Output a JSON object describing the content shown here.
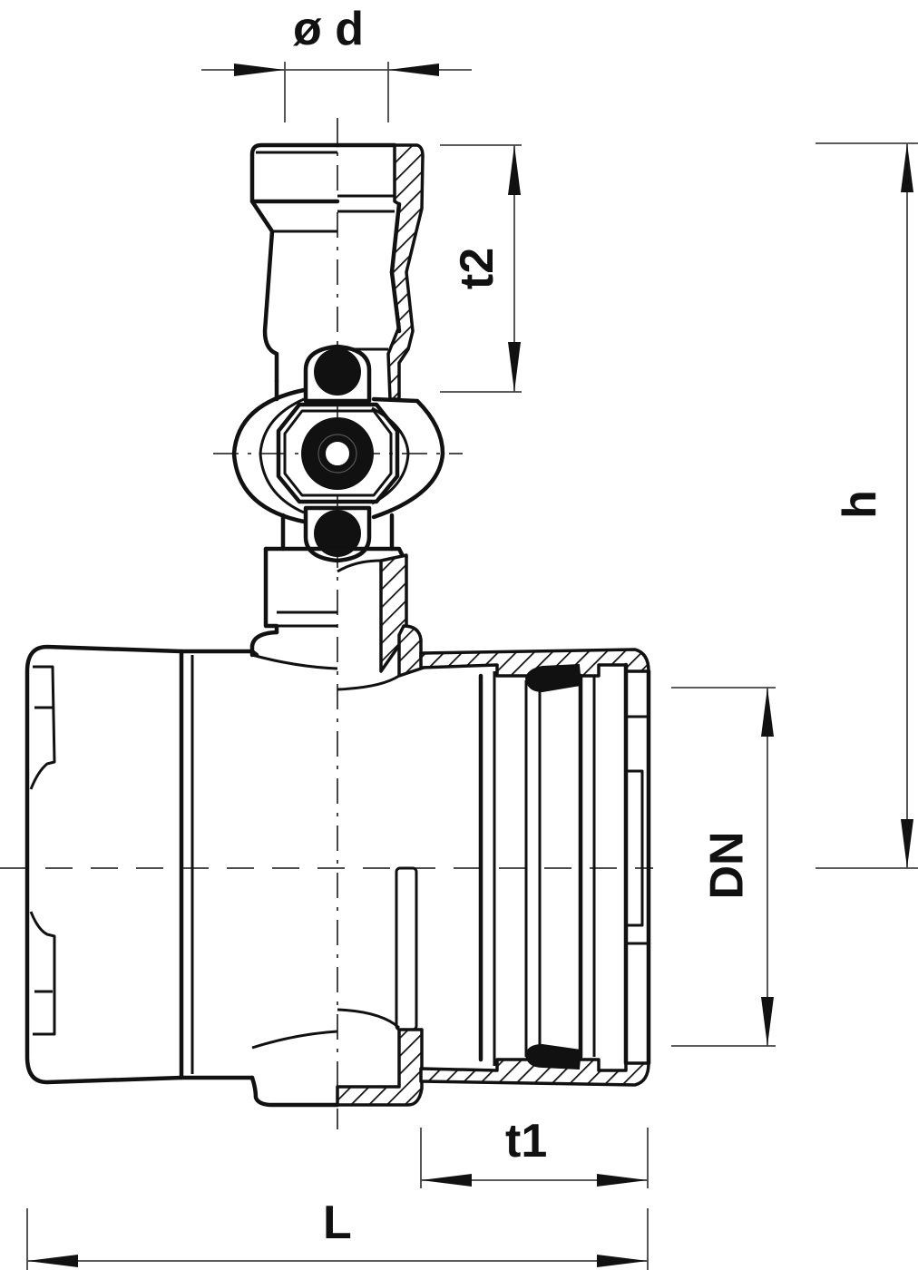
{
  "drawing": {
    "subject": "Electrofusion tapping tee / branch saddle fitting with spigot outlet — sectional technical drawing",
    "line_color": "#111111",
    "background": "#ffffff"
  },
  "dimensions": {
    "outlet_diameter": {
      "label": "ø d",
      "orientation": "horizontal",
      "position": "top"
    },
    "outlet_depth": {
      "label": "t2",
      "orientation": "vertical",
      "position": "right-of-outlet"
    },
    "height": {
      "label": "h",
      "orientation": "vertical",
      "position": "far-right"
    },
    "nominal_diameter": {
      "label": "DN",
      "orientation": "vertical",
      "position": "right-of-body"
    },
    "socket_depth": {
      "label": "t1",
      "orientation": "horizontal",
      "position": "below-right"
    },
    "overall_length": {
      "label": "L",
      "orientation": "horizontal",
      "position": "bottom"
    }
  }
}
